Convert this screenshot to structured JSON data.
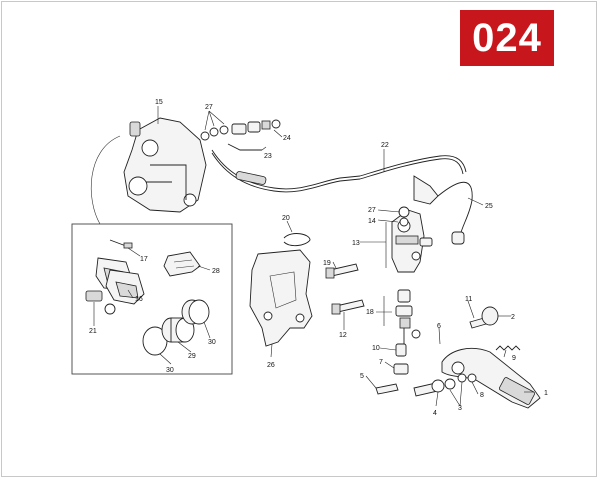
{
  "badge": {
    "code": "024",
    "color": "#c8161d"
  },
  "callouts": {
    "c1": "1",
    "c2": "2",
    "c3": "3",
    "c4": "4",
    "c5": "5",
    "c6": "6",
    "c7": "7",
    "c8": "8",
    "c9": "9",
    "c10": "10",
    "c11": "11",
    "c12": "12",
    "c13": "13",
    "c14": "14",
    "c15": "15",
    "c16": "16",
    "c17": "17",
    "c18": "18",
    "c19": "19",
    "c20": "20",
    "c21": "21",
    "c22": "22",
    "c23": "23",
    "c24": "24",
    "c25": "25",
    "c26": "26",
    "c27a": "27",
    "c27b": "27",
    "c28": "28",
    "c29": "29",
    "c30a": "30",
    "c30b": "30"
  }
}
